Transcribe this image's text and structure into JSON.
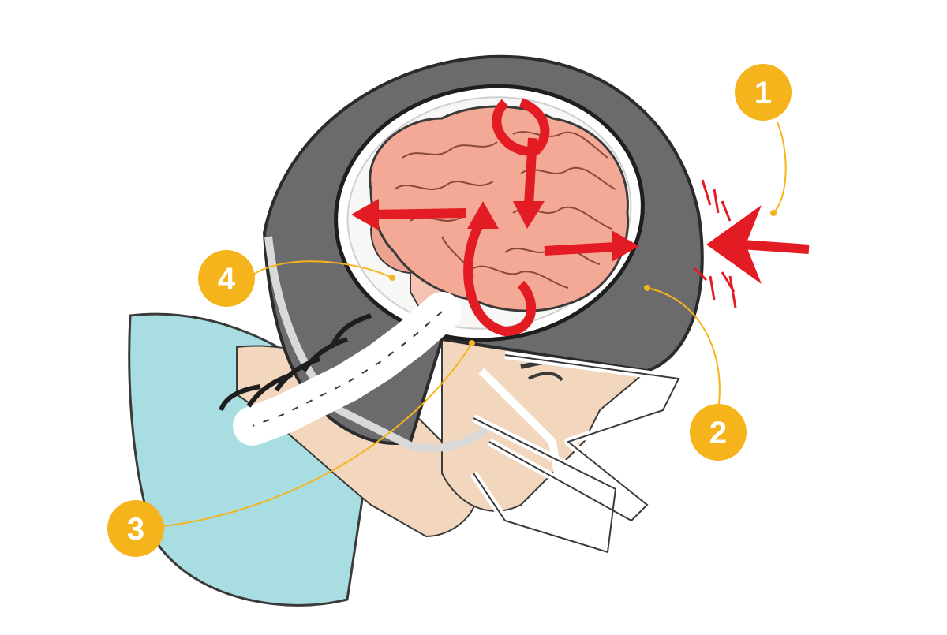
{
  "callouts": [
    {
      "id": "1",
      "label": "1"
    },
    {
      "id": "2",
      "label": "2"
    },
    {
      "id": "3",
      "label": "3"
    },
    {
      "id": "4",
      "label": "4"
    }
  ],
  "colors": {
    "callout": "#f6b41c",
    "helmet_shell": "#6b6b6d",
    "brain": "#f3a995",
    "arrows": "#e31b23",
    "shirt": "#a8dde2",
    "skin": "#f2d6bd",
    "vertebrae": "#ffffff"
  },
  "icons": {
    "impact": "impact-arrow-icon",
    "brain": "brain-icon",
    "helmet": "helmet-icon"
  }
}
